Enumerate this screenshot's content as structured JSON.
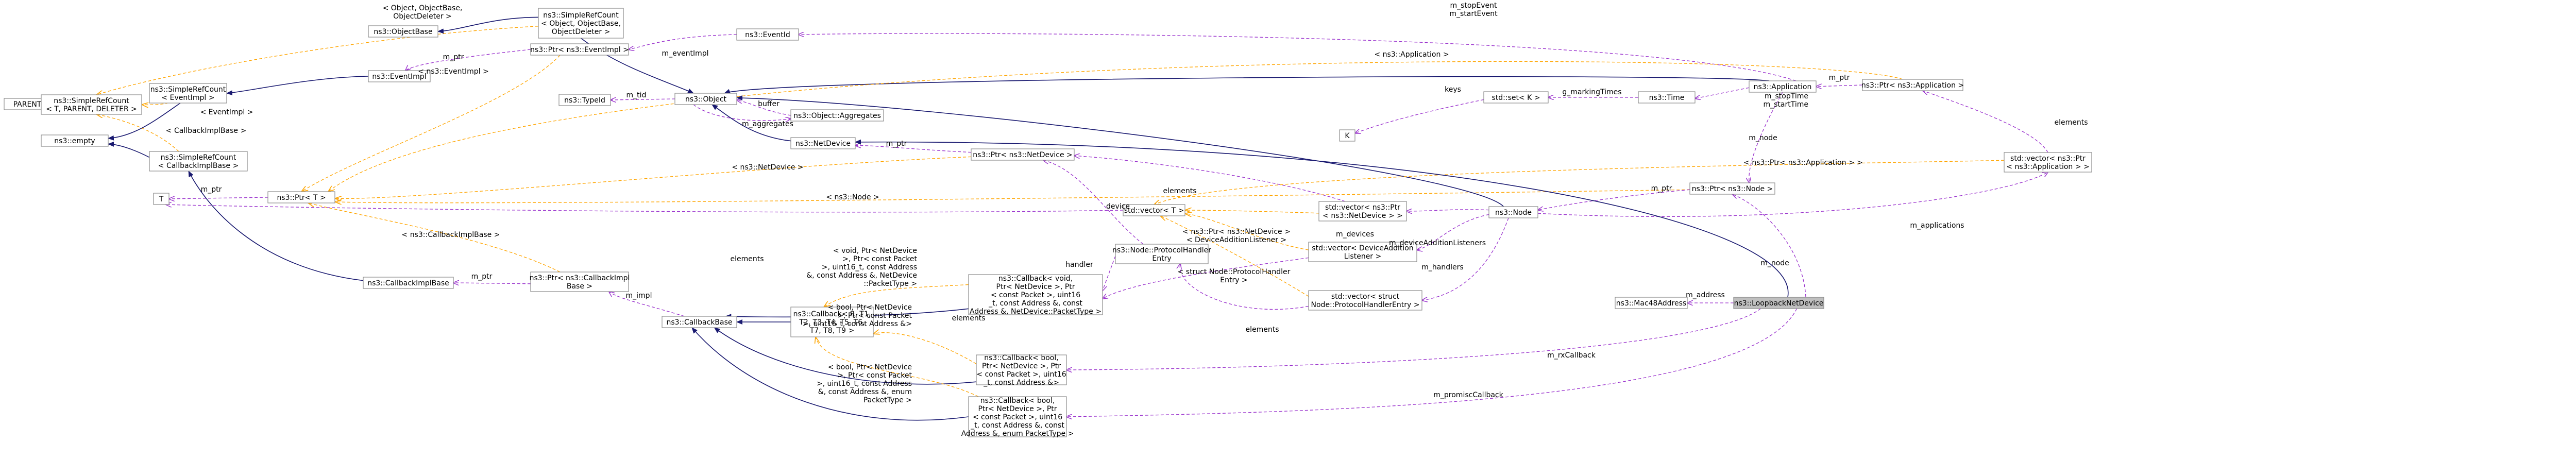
{
  "diagram": {
    "nodes": {
      "parent": {
        "lines": [
          "PARENT"
        ]
      },
      "simplerefcount_t": {
        "lines": [
          "ns3::SimpleRefCount",
          "< T, PARENT, DELETER >"
        ]
      },
      "empty": {
        "lines": [
          "ns3::empty"
        ]
      },
      "simplerefcount_eventimpl": {
        "lines": [
          "ns3::SimpleRefCount",
          "< EventImpl >"
        ]
      },
      "simplerefcount_callbackimplbase": {
        "lines": [
          "ns3::SimpleRefCount",
          "< CallbackImplBase >"
        ]
      },
      "t": {
        "lines": [
          "T"
        ]
      },
      "ptr_t": {
        "lines": [
          "ns3::Ptr< T >"
        ]
      },
      "objectbase": {
        "lines": [
          "ns3::ObjectBase"
        ]
      },
      "simplerefcount_object": {
        "lines": [
          "ns3::SimpleRefCount",
          "< Object, ObjectBase,",
          "ObjectDeleter >"
        ]
      },
      "eventimpl": {
        "lines": [
          "ns3::EventImpl"
        ]
      },
      "ptr_eventimpl": {
        "lines": [
          "ns3::Ptr< ns3::EventImpl >"
        ]
      },
      "eventid": {
        "lines": [
          "ns3::EventId"
        ]
      },
      "typeid": {
        "lines": [
          "ns3::TypeId"
        ]
      },
      "object": {
        "lines": [
          "ns3::Object"
        ]
      },
      "object_aggregates": {
        "lines": [
          "ns3::Object::Aggregates"
        ]
      },
      "netdevice": {
        "lines": [
          "ns3::NetDevice"
        ]
      },
      "callbackimplbase": {
        "lines": [
          "ns3::CallbackImplBase"
        ]
      },
      "ptr_callbackimplbase": {
        "lines": [
          "ns3::Ptr< ns3::CallbackImpl",
          "Base >"
        ]
      },
      "callbackbase": {
        "lines": [
          "ns3::CallbackBase"
        ]
      },
      "callback_generic": {
        "lines": [
          "ns3::Callback< R, T1,",
          "T2, T3, T4, T5, T6,",
          "T7, T8, T9 >"
        ]
      },
      "callback_protocolhandler": {
        "lines": [
          "ns3::Callback< void,",
          "Ptr< NetDevice >, Ptr",
          "< const Packet >, uint16",
          "_t, const Address &, const",
          "Address &, NetDevice::PacketType >"
        ]
      },
      "callback_rx": {
        "lines": [
          "ns3::Callback< bool,",
          "Ptr< NetDevice >, Ptr",
          "< const Packet >, uint16",
          "_t, const Address &>"
        ]
      },
      "callback_promisc": {
        "lines": [
          "ns3::Callback< bool,",
          "Ptr< NetDevice >, Ptr",
          "< const Packet >, uint16",
          "_t, const Address &, const",
          "Address &, enum PacketType >"
        ]
      },
      "ptr_netdevice": {
        "lines": [
          "ns3::Ptr< ns3::NetDevice >"
        ]
      },
      "vector_t": {
        "lines": [
          "std::vector< T >"
        ]
      },
      "protocolhandlerentry": {
        "lines": [
          "ns3::Node::ProtocolHandler",
          "Entry"
        ]
      },
      "vector_ptr_netdevice": {
        "lines": [
          "std::vector< ns3::Ptr",
          "< ns3::NetDevice > >"
        ]
      },
      "vector_deviceadditionlistener": {
        "lines": [
          "std::vector< DeviceAddition",
          "Listener >"
        ]
      },
      "vector_protocolhandlerentry": {
        "lines": [
          "std::vector< struct",
          "Node::ProtocolHandlerEntry >"
        ]
      },
      "set_k": {
        "lines": [
          "std::set< K >"
        ]
      },
      "k": {
        "lines": [
          "K"
        ]
      },
      "time": {
        "lines": [
          "ns3::Time"
        ]
      },
      "application": {
        "lines": [
          "ns3::Application"
        ]
      },
      "ptr_application": {
        "lines": [
          "ns3::Ptr< ns3::Application >"
        ]
      },
      "vector_ptr_application": {
        "lines": [
          "std::vector< ns3::Ptr",
          "< ns3::Application > >"
        ]
      },
      "ptr_node": {
        "lines": [
          "ns3::Ptr< ns3::Node >"
        ]
      },
      "node": {
        "lines": [
          "ns3::Node"
        ]
      },
      "mac48address": {
        "lines": [
          "ns3::Mac48Address"
        ]
      },
      "loopbacknetdevice": {
        "lines": [
          "ns3::LoopbackNetDevice"
        ]
      }
    },
    "edge_labels": {
      "stopevent": [
        "m_stopEvent",
        "m_startEvent"
      ],
      "eventid": [
        "m_eventImpl"
      ],
      "ptr_ev": [
        "m_ptr"
      ],
      "eventimpl_tmpl": [
        "< EventImpl >"
      ],
      "callbackimplbase_tmpl": [
        "< CallbackImplBase >"
      ],
      "object_tmpl": [
        "< Object, ObjectBase,",
        "ObjectDeleter >"
      ],
      "ptr_eventimpl_tmpl": [
        "< ns3::EventImpl >"
      ],
      "application_tmpl": [
        "< ns3::Application >"
      ],
      "tid": [
        "m_tid"
      ],
      "buffer": [
        "buffer"
      ],
      "aggregates": [
        "m_aggregates"
      ],
      "ptr_t_ptr": [
        "m_ptr"
      ],
      "netdevice_tmpl": [
        "< ns3::NetDevice >"
      ],
      "ptr_nd": [
        "m_ptr"
      ],
      "node_tmpl": [
        "< ns3::Node >"
      ],
      "callbackimplbase_ptr": [
        "m_ptr"
      ],
      "callbackimplbase_ptr_tmpl": [
        "< ns3::CallbackImplBase >"
      ],
      "impl": [
        "m_impl"
      ],
      "elements": [
        "elements"
      ],
      "elements2": [
        "elements"
      ],
      "elements3": [
        "elements"
      ],
      "elements4": [
        "elements"
      ],
      "elements5": [
        "elements"
      ],
      "handler": [
        "handler"
      ],
      "device": [
        "device"
      ],
      "devices": [
        "m_devices"
      ],
      "deviceAdditionListeners": [
        "m_deviceAdditionListeners"
      ],
      "handlers": [
        "m_handlers"
      ],
      "ptr_vec_tmpl": [
        "< ns3::Ptr< ns3::NetDevice >",
        "< DeviceAdditionListener >"
      ],
      "handler_tmpl": [
        "< struct Node::ProtocolHandler",
        "Entry >"
      ],
      "keys": [
        "keys"
      ],
      "markingTimes": [
        "g_markingTimes"
      ],
      "stopTime": [
        "m_stopTime",
        "m_startTime"
      ],
      "ptr_app": [
        "m_ptr"
      ],
      "app_elements": [
        "elements"
      ],
      "ptr_app_tmpl": [
        "< ns3::Ptr< ns3::Application > >"
      ],
      "m_node": [
        "m_node"
      ],
      "ptr_node": [
        "m_ptr"
      ],
      "applications": [
        "m_applications"
      ],
      "m_node2": [
        "m_node"
      ],
      "address": [
        "m_address"
      ],
      "rxCallback": [
        "m_rxCallback"
      ],
      "promiscCallback": [
        "m_promiscCallback"
      ],
      "void_tmpl": [
        "< void, Ptr< NetDevice",
        ">, Ptr< const Packet",
        ">, uint16_t, const Address",
        "&, const Address &, NetDevice",
        "::PacketType >"
      ],
      "bool_tmpl": [
        "< bool, Ptr< NetDevice",
        ">, Ptr< const Packet",
        ">, uint16_t, const Address &>"
      ],
      "bool2_tmpl": [
        "< bool, Ptr< NetDevice",
        ">, Ptr< const Packet",
        ">, uint16_t, const Address",
        "&, const Address &, enum",
        "PacketType >"
      ]
    },
    "colors": {
      "inheritance": "#191970",
      "usage": "#9a32cd",
      "template": "#ffa500",
      "node_fill": "#ffffff",
      "node_stroke": "#8c8c8c",
      "focus_fill": "#bfbfbf",
      "focus_stroke": "#000000"
    }
  }
}
